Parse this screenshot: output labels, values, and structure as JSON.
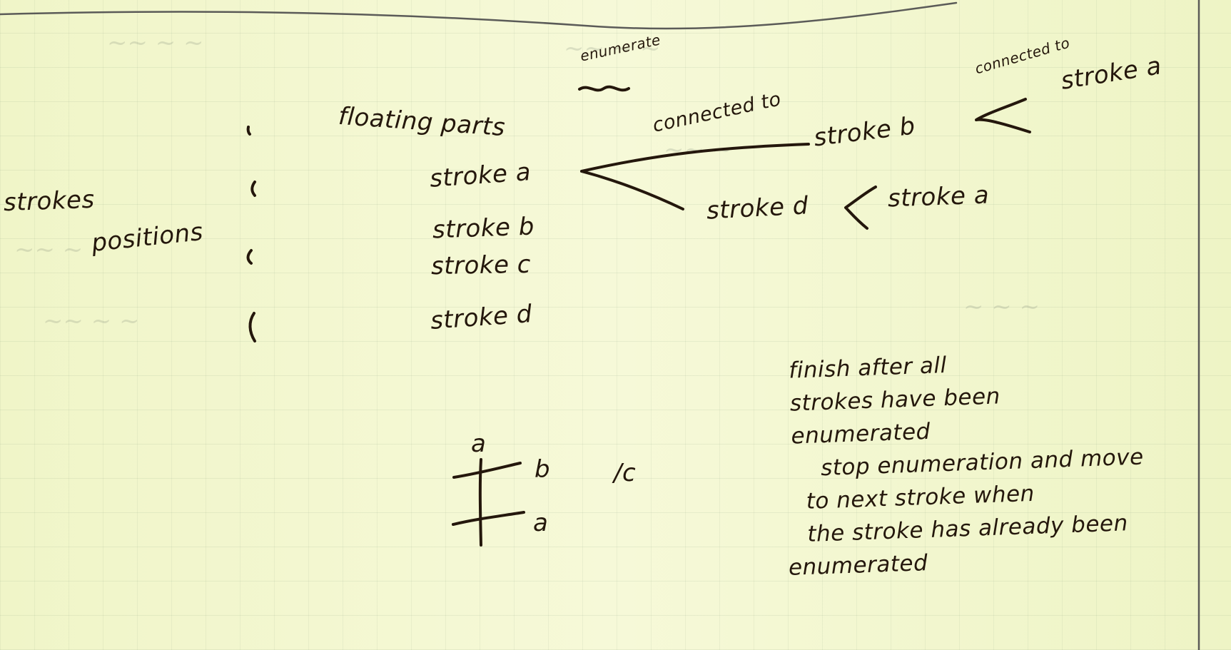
{
  "paper": {
    "background": "#f3f7cf",
    "ink_color": "#24170c"
  },
  "notes": {
    "header": {
      "enumerate": "enumerate"
    },
    "left": {
      "strokes": "strokes",
      "positions": "positions"
    },
    "list": {
      "floating_parts": "floating parts",
      "stroke_a": "stroke a",
      "stroke_b": "stroke b",
      "stroke_c": "stroke c",
      "stroke_d": "stroke d"
    },
    "relations": {
      "connected_to_1": "connected to",
      "stroke_b": "stroke b",
      "connected_to_2": "connected to",
      "stroke_a_top": "stroke a",
      "stroke_d": "stroke d",
      "stroke_a_bottom": "stroke a"
    },
    "diagram": {
      "label_a_top": "a",
      "label_b": "b",
      "label_a_bottom": "a",
      "label_c": "/c"
    },
    "finish_note": {
      "line_1": "finish after all",
      "line_2": "strokes have been",
      "line_3": "enumerated",
      "line_4": "stop enumeration and move",
      "line_5": "to next stroke when",
      "line_6": "the stroke has already been",
      "line_7": "enumerated"
    }
  }
}
